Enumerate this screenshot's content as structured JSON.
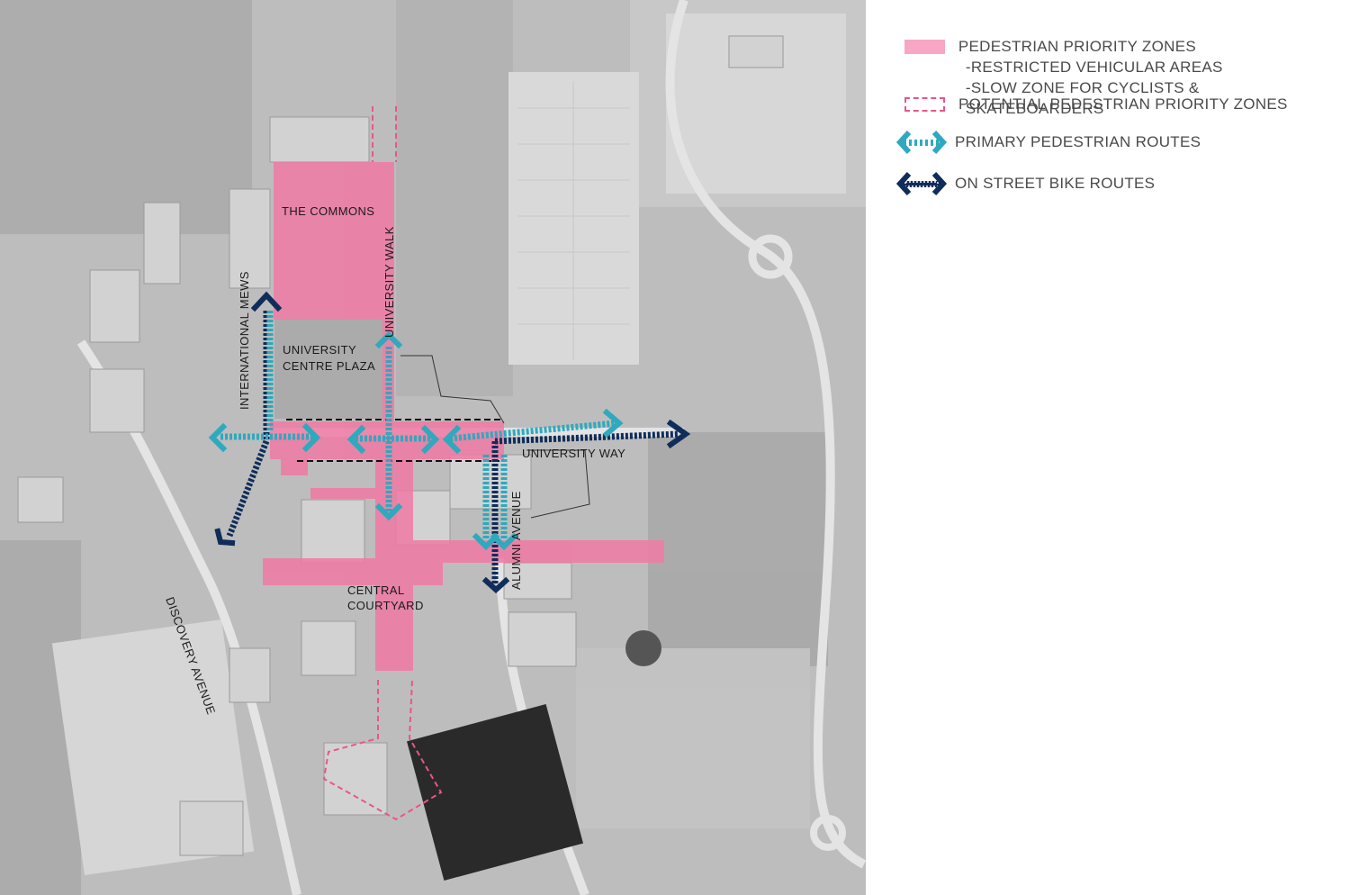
{
  "map": {
    "labels": {
      "the_commons": "THE COMMONS",
      "university_walk": "UNIVERSITY WALK",
      "international_mews": "INTERNATIONAL MEWS",
      "university_centre_plaza_1": "UNIVERSITY",
      "university_centre_plaza_2": "CENTRE PLAZA",
      "university_way": "UNIVERSITY WAY",
      "alumni_avenue": "ALUMNI AVENUE",
      "central_courtyard_1": "CENTRAL",
      "central_courtyard_2": "COURTYARD",
      "discovery_avenue": "DISCOVERY AVENUE"
    }
  },
  "legend": {
    "pedestrian_zones": {
      "title": "PEDESTRIAN PRIORITY ZONES",
      "sub1": "-RESTRICTED VEHICULAR AREAS",
      "sub2": "-SLOW ZONE FOR CYCLISTS & SKATEBOARDERS"
    },
    "potential_zones": "POTENTIAL PEDESTRIAN PRIORITY ZONES",
    "primary_routes": "PRIMARY PEDESTRIAN ROUTES",
    "bike_routes": "ON STREET BIKE ROUTES"
  },
  "colors": {
    "pedestrian_zone": "#f07aa4",
    "primary_route": "#2fa9bd",
    "bike_route": "#0f2d5a"
  }
}
